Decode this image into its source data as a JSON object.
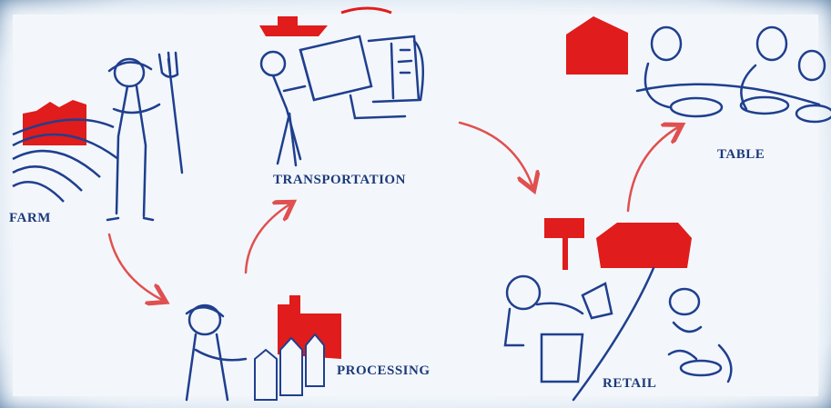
{
  "stages": {
    "farm": "FARM",
    "transportation": "TRANSPORTATION",
    "processing": "PROCESSING",
    "retail": "RETAIL",
    "table": "TABLE"
  },
  "colors": {
    "ink": "#1f3f8f",
    "accent": "#e02020",
    "arrow": "#e05050",
    "label": "#1c3a7a",
    "frame": "#3d6690"
  }
}
